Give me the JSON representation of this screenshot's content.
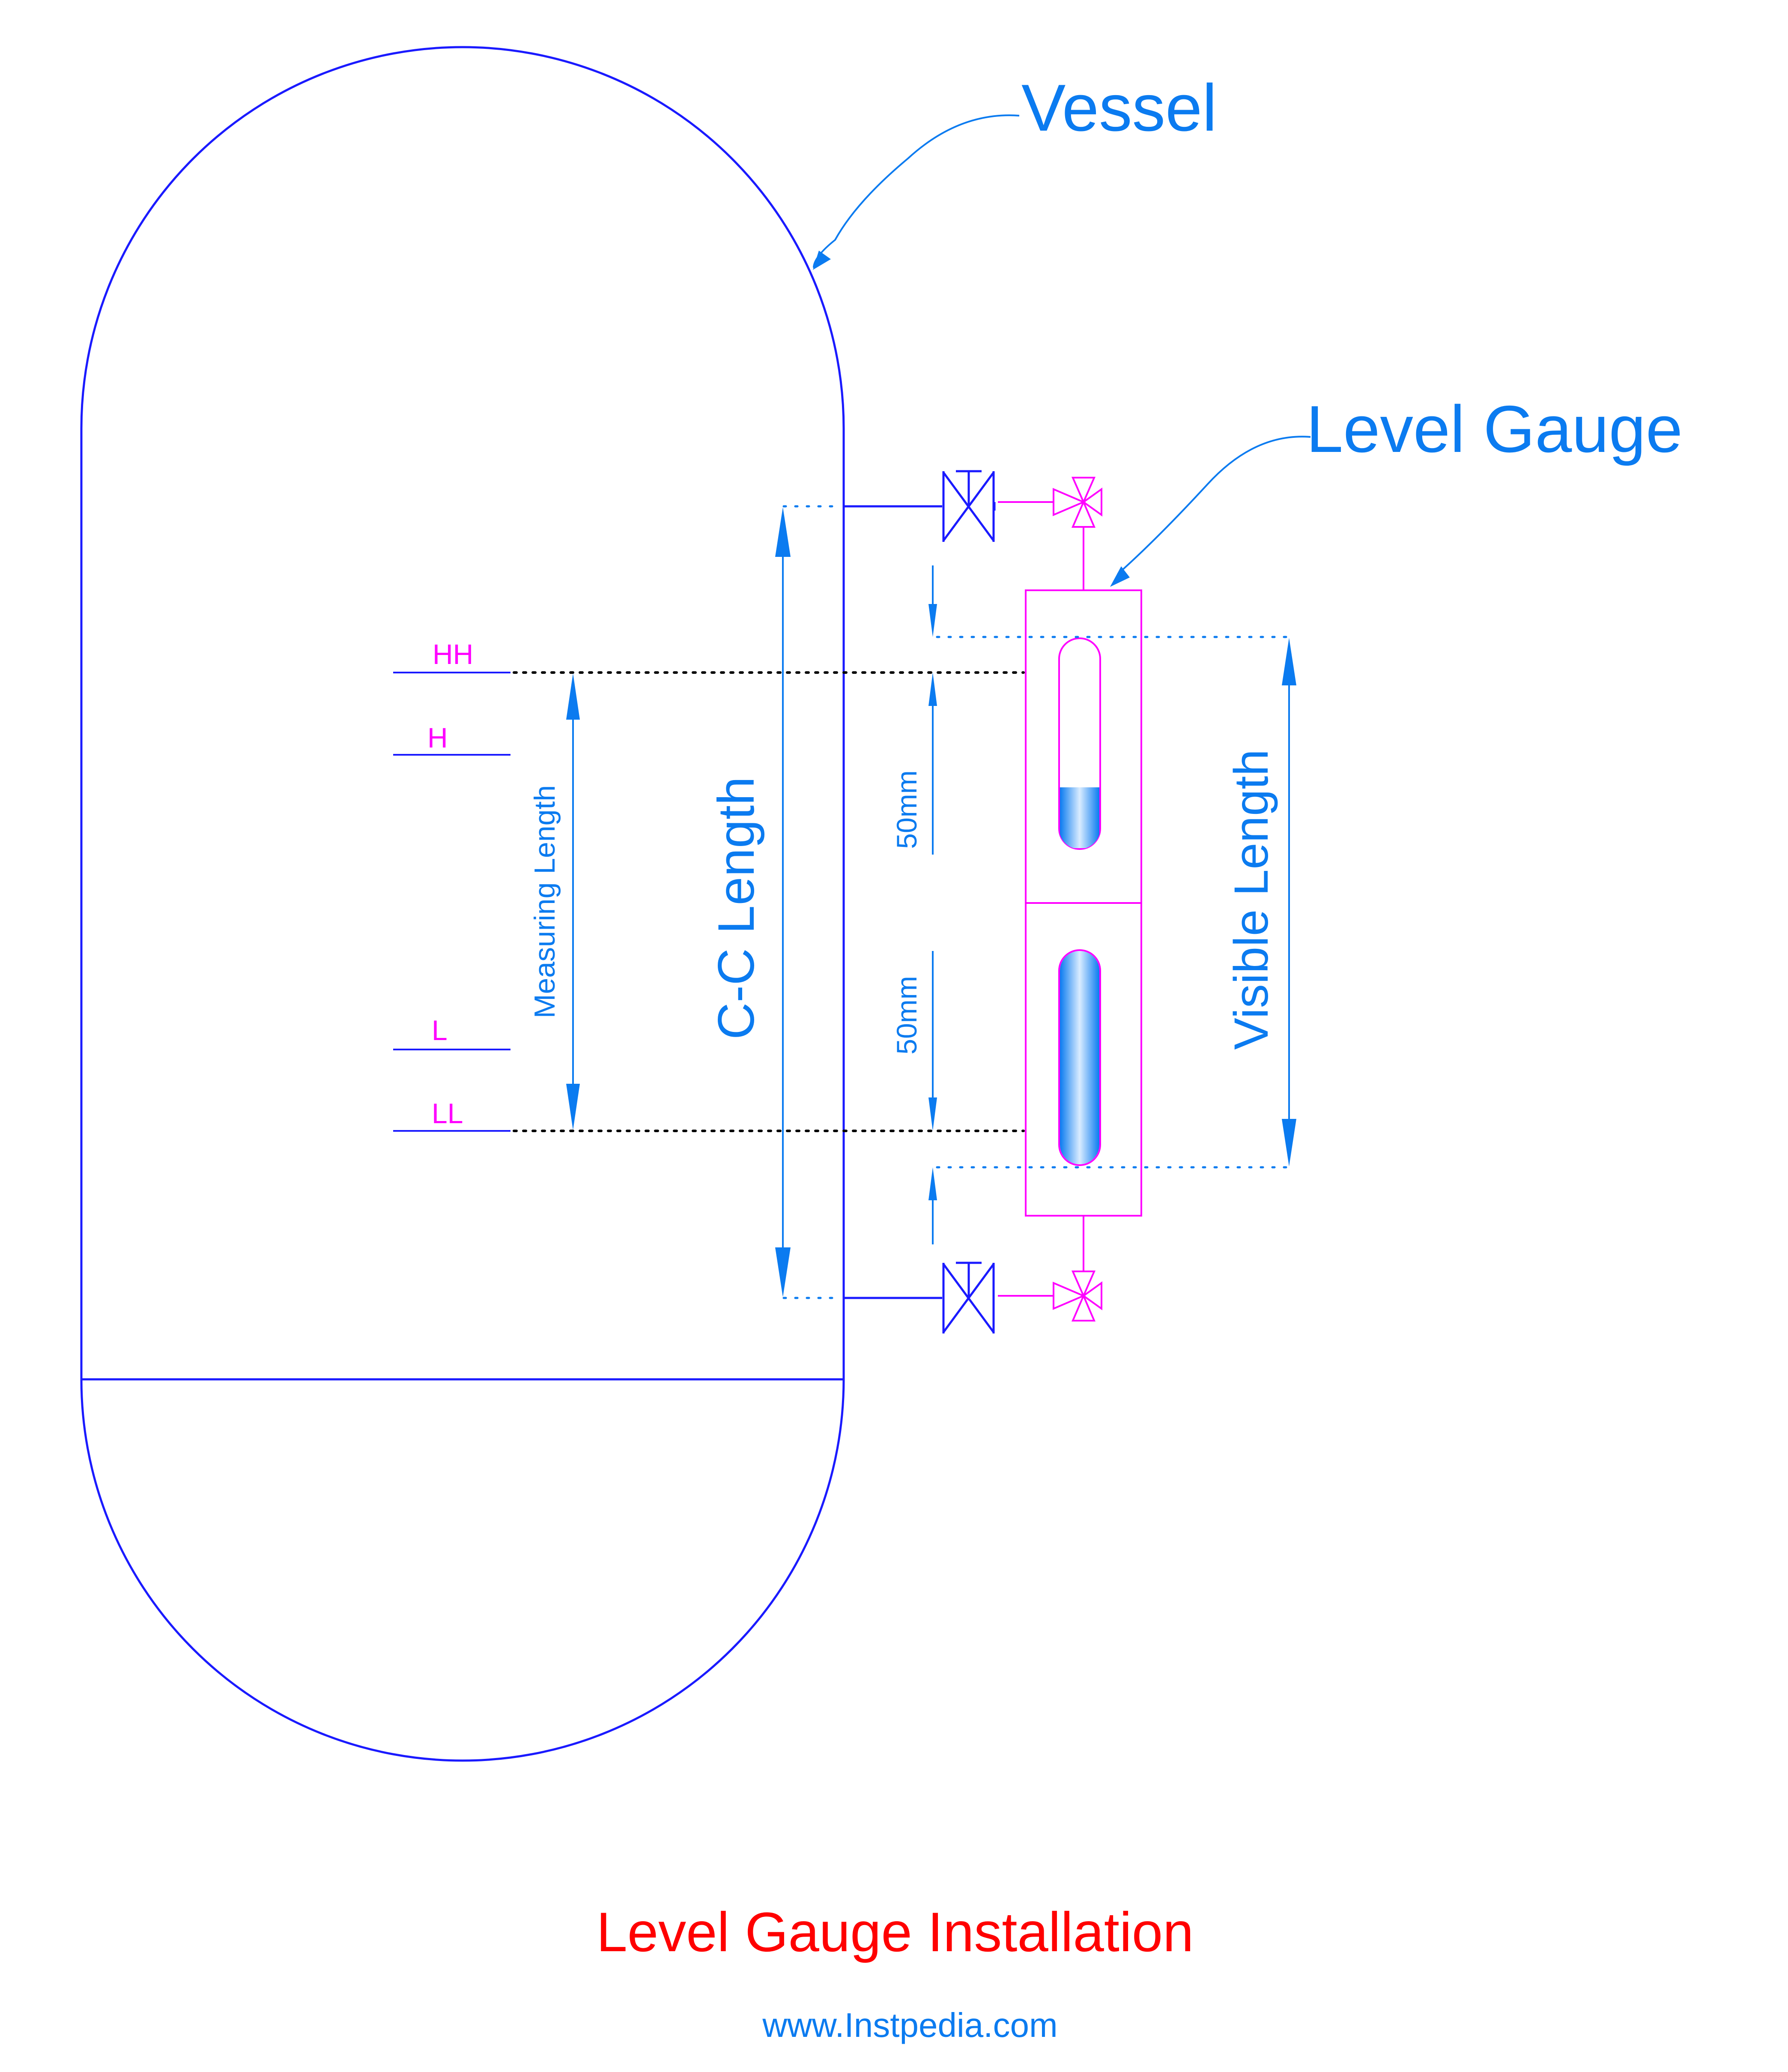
{
  "callouts": {
    "vessel": "Vessel",
    "level_gauge": "Level Gauge"
  },
  "levels": {
    "hh": "HH",
    "h": "H",
    "l": "L",
    "ll": "LL"
  },
  "dimensions": {
    "measuring_length": "Measuring Length",
    "cc_length": "C-C Length",
    "visible_length": "Visible Length",
    "upper_offset": "50mm",
    "lower_offset": "50mm"
  },
  "footer": {
    "title": "Level Gauge Installation",
    "website": "www.Instpedia.com"
  },
  "colors": {
    "vessel_line": "#1a1aff",
    "gauge_line": "#ff00ff",
    "dimension": "#0b7bf0",
    "title": "#ff0000",
    "dotted": "#000000"
  }
}
